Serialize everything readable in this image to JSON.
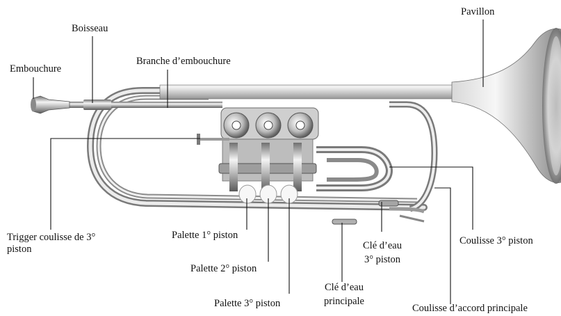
{
  "labels": {
    "pavillon": "Pavillon",
    "boisseau": "Boisseau",
    "embouchure": "Embouchure",
    "branche": "Branche d’embouchure",
    "trigger_line1": "Trigger coulisse de 3°",
    "trigger_line2": "piston",
    "palette1": "Palette 1° piston",
    "palette2": "Palette 2° piston",
    "palette3": "Palette 3° piston",
    "cle3_line1": "Clé d’eau",
    "cle3_line2": "3° piston",
    "cleprinc_line1": "Clé d’eau",
    "cleprinc_line2": "principale",
    "coulisse3": "Coulisse 3° piston",
    "coulisse_accord": "Coulisse d’accord principale"
  },
  "colors": {
    "silver_light": "#f2f2f2",
    "silver_mid": "#c9c9c9",
    "silver_dark": "#7d7d7d",
    "leader": "#111111",
    "text": "#111111"
  }
}
